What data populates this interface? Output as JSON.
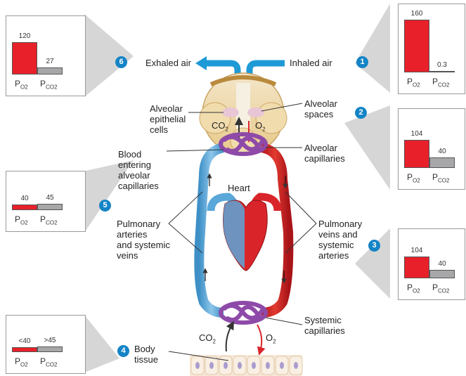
{
  "labels": {
    "exhaled_air": "Exhaled air",
    "inhaled_air": "Inhaled air",
    "alveolar_spaces": "Alveolar\nspaces",
    "alveolar_epithelial_cells": "Alveolar\nepithelial\ncells",
    "alveolar_capillaries": "Alveolar\ncapillaries",
    "blood_entering": "Blood\nentering\nalveolar\ncapillaries",
    "heart": "Heart",
    "pulmonary_arteries": "Pulmonary\narteries\nand systemic\nveins",
    "pulmonary_veins": "Pulmonary\nveins and\nsystemic\narteries",
    "systemic_capillaries": "Systemic\ncapillaries",
    "body_tissue": "Body\ntissue"
  },
  "gases": {
    "co2": "CO",
    "co2_sub": "2",
    "o2": "O",
    "o2_sub": "2"
  },
  "axis": {
    "p": "P",
    "o2_sub": "O2",
    "co2_sub": "CO2"
  },
  "panels": [
    {
      "step": "1",
      "po2_label": "160",
      "pco2_label": "0.3",
      "po2": 160,
      "pco2": 0.3
    },
    {
      "step": "2",
      "po2_label": "104",
      "pco2_label": "40",
      "po2": 104,
      "pco2": 40
    },
    {
      "step": "3",
      "po2_label": "104",
      "pco2_label": "40",
      "po2": 104,
      "pco2": 40
    },
    {
      "step": "4",
      "po2_label": "<40",
      "pco2_label": ">45",
      "po2": 40,
      "pco2": 45
    },
    {
      "step": "5",
      "po2_label": "40",
      "pco2_label": "45",
      "po2": 40,
      "pco2": 45
    },
    {
      "step": "6",
      "po2_label": "120",
      "pco2_label": "27",
      "po2": 120,
      "pco2": 27
    }
  ],
  "colors": {
    "oxygenated": "#d9252a",
    "deoxygenated": "#5aa7d9",
    "capillary": "#8e4aa8",
    "step_badge": "#1584c6",
    "airflow": "#1e9ad6"
  }
}
